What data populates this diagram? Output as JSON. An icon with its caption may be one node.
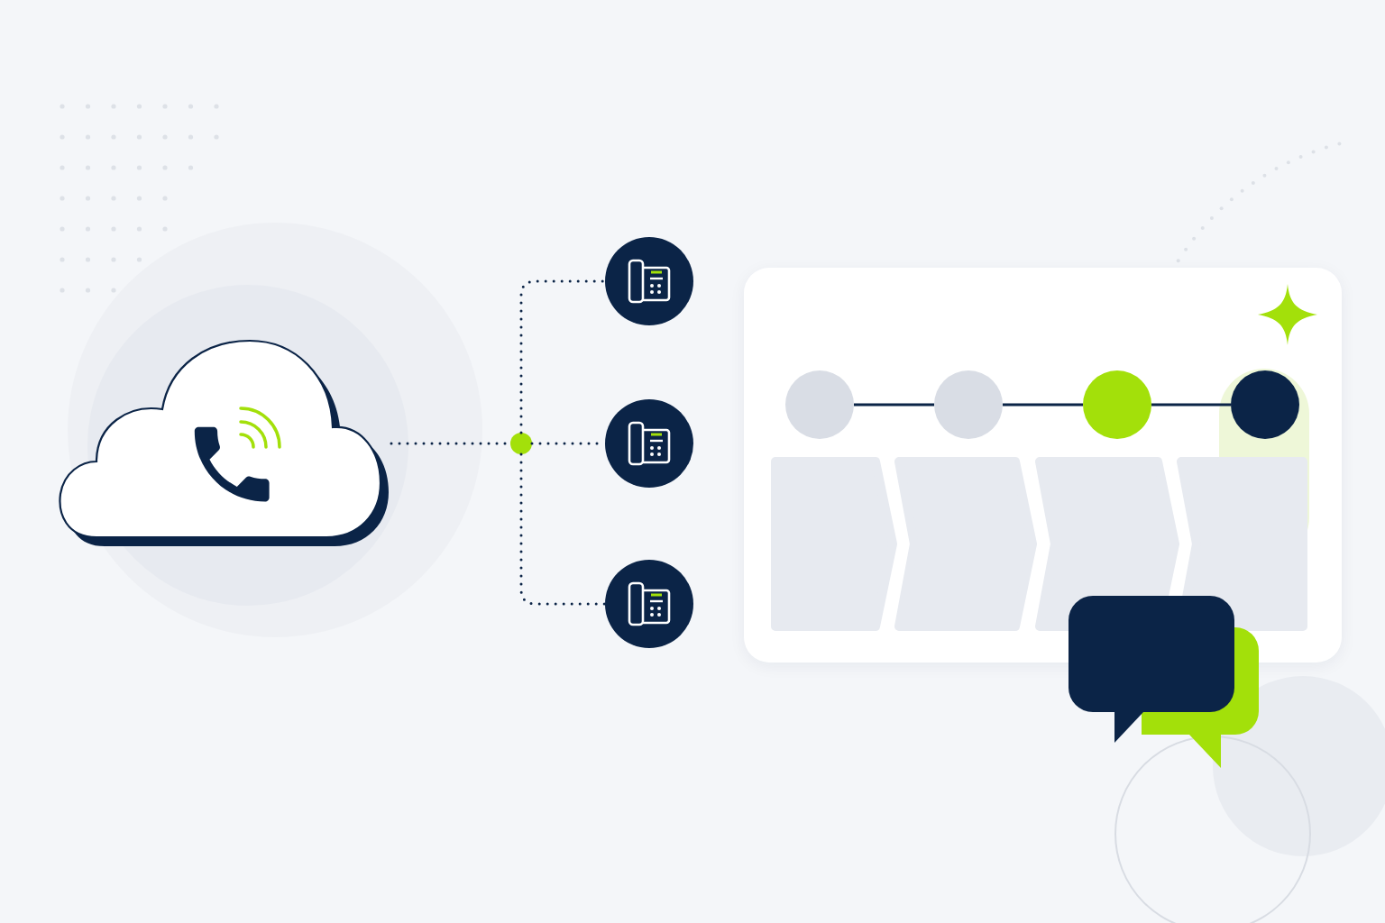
{
  "diagram": {
    "nodes": [
      {
        "text": [],
        "shape": "cloud"
      },
      {
        "text": [],
        "shape": "circle"
      },
      {
        "text": [],
        "shape": "circle"
      },
      {
        "text": [],
        "shape": "circle"
      },
      {
        "text": [],
        "shape": "circle"
      },
      {
        "text": [],
        "shape": "box"
      },
      {
        "text": [],
        "shape": "circle",
        "in": 5
      },
      {
        "text": [],
        "shape": "circle",
        "in": 5
      },
      {
        "text": [],
        "shape": "circle",
        "in": 5
      },
      {
        "text": [],
        "shape": "circle",
        "in": 5
      },
      {
        "text": [],
        "shape": "chevron",
        "in": 5
      },
      {
        "text": [],
        "shape": "chevron",
        "in": 5
      },
      {
        "text": [],
        "shape": "chevron",
        "in": 5
      },
      {
        "text": [],
        "shape": "chevron",
        "in": 5
      }
    ],
    "edges": [
      {
        "from": 0,
        "to": 1,
        "arrow": "none",
        "style": "dashed"
      },
      {
        "from": 1,
        "to": 2,
        "arrow": "none",
        "style": "dashed"
      },
      {
        "from": 1,
        "to": 3,
        "arrow": "none",
        "style": "dashed"
      },
      {
        "from": 1,
        "to": 4,
        "arrow": "none",
        "style": "dashed"
      },
      {
        "from": 6,
        "to": 7,
        "arrow": "none"
      },
      {
        "from": 7,
        "to": 8,
        "arrow": "none"
      },
      {
        "from": 8,
        "to": 9,
        "arrow": "none"
      }
    ]
  }
}
